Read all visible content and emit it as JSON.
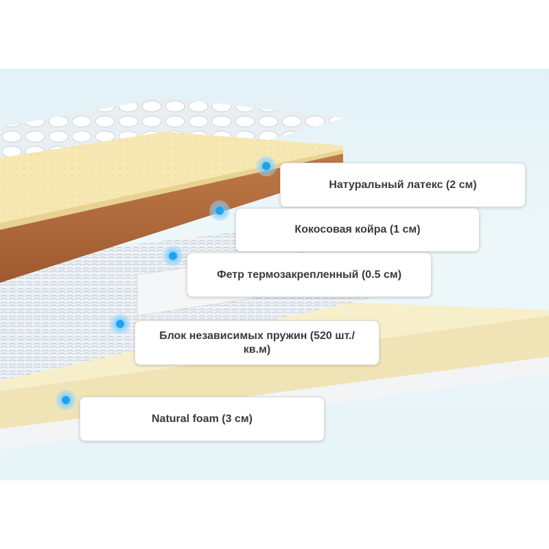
{
  "layers": [
    {
      "label": "Натуральный латекс (2 см)",
      "color": "#f7e7b2"
    },
    {
      "label": "Кокосовая койра (1 см)",
      "color": "#b06a3c"
    },
    {
      "label": "Фетр термозакрепленный (0.5 см)",
      "color": "#e9eef2"
    },
    {
      "label": "Блок независимых пружин (520 шт./кв.м)",
      "color": "#dde5ec"
    },
    {
      "label": "Natural foam (3 см)",
      "color": "#f7efc9"
    }
  ],
  "colors": {
    "background": "#e6f3f7",
    "marker": "#1aa3f0",
    "label_text": "#3a3a3a"
  }
}
